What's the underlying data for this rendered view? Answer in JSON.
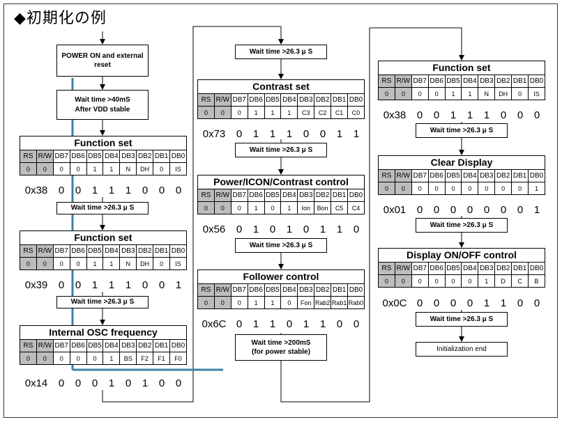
{
  "title": "◆初期化の例",
  "start_box": [
    "POWER ON and external reset"
  ],
  "wait40_box": [
    "Wait time >40mS",
    "After VDD stable"
  ],
  "wait_short": "Wait time >26.3 μ S",
  "wait_short_cut": "Wait time >26.3 μ S",
  "wait200_box": [
    "Wait time >200mS",
    "(for power stable)"
  ],
  "end_box": "Initialization end",
  "headers": [
    "RS",
    "R/W",
    "DB7",
    "DB6",
    "DB5",
    "DB4",
    "DB3",
    "DB2",
    "DB1",
    "DB0"
  ],
  "tables": [
    {
      "id": "function-set-1",
      "title": "Function set",
      "values": [
        "0",
        "0",
        "0",
        "0",
        "1",
        "1",
        "N",
        "DH",
        "0",
        "IS"
      ],
      "hex": "0x38",
      "bits": [
        "0",
        "0",
        "1",
        "1",
        "1",
        "0",
        "0",
        "0"
      ]
    },
    {
      "id": "function-set-2",
      "title": "Function set",
      "values": [
        "0",
        "0",
        "0",
        "0",
        "1",
        "1",
        "N",
        "DH",
        "0",
        "IS"
      ],
      "hex": "0x39",
      "bits": [
        "0",
        "0",
        "1",
        "1",
        "1",
        "0",
        "0",
        "1"
      ]
    },
    {
      "id": "internal-osc",
      "title": "Internal OSC frequency",
      "values": [
        "0",
        "0",
        "0",
        "0",
        "0",
        "1",
        "BS",
        "F2",
        "F1",
        "F0"
      ],
      "hex": "0x14",
      "bits": [
        "0",
        "0",
        "0",
        "1",
        "0",
        "1",
        "0",
        "0"
      ]
    },
    {
      "id": "contrast-set",
      "title": "Contrast set",
      "values": [
        "0",
        "0",
        "0",
        "1",
        "1",
        "1",
        "C3",
        "C2",
        "C1",
        "C0"
      ],
      "hex": "0x73",
      "bits": [
        "0",
        "1",
        "1",
        "1",
        "0",
        "0",
        "1",
        "1"
      ]
    },
    {
      "id": "power-icon-contrast",
      "title": "Power/ICON/Contrast control",
      "values": [
        "0",
        "0",
        "0",
        "1",
        "0",
        "1",
        "Ion",
        "Bon",
        "C5",
        "C4"
      ],
      "hex": "0x56",
      "bits": [
        "0",
        "1",
        "0",
        "1",
        "0",
        "1",
        "1",
        "0"
      ]
    },
    {
      "id": "follower-control",
      "title": "Follower control",
      "values": [
        "0",
        "0",
        "0",
        "1",
        "1",
        "0",
        "Fon",
        "Rab2",
        "Rab1",
        "Rab0"
      ],
      "hex": "0x6C",
      "bits": [
        "0",
        "1",
        "1",
        "0",
        "1",
        "1",
        "0",
        "0"
      ]
    },
    {
      "id": "function-set-3",
      "title": "Function set",
      "values": [
        "0",
        "0",
        "0",
        "0",
        "1",
        "1",
        "N",
        "DH",
        "0",
        "IS"
      ],
      "hex": "0x38",
      "bits": [
        "0",
        "0",
        "1",
        "1",
        "1",
        "0",
        "0",
        "0"
      ]
    },
    {
      "id": "clear-display",
      "title": "Clear Display",
      "values": [
        "0",
        "0",
        "0",
        "0",
        "0",
        "0",
        "0",
        "0",
        "0",
        "1"
      ],
      "hex": "0x01",
      "bits": [
        "0",
        "0",
        "0",
        "0",
        "0",
        "0",
        "0",
        "1"
      ]
    },
    {
      "id": "display-on-off",
      "title": "Display ON/OFF control",
      "values": [
        "0",
        "0",
        "0",
        "0",
        "0",
        "0",
        "1",
        "D",
        "C",
        "B"
      ],
      "hex": "0x0C",
      "bits": [
        "0",
        "0",
        "0",
        "0",
        "1",
        "1",
        "0",
        "0"
      ]
    }
  ],
  "colors": {
    "highlight_line": "#3d7fa8",
    "gray_cell": "#bdbdbd"
  }
}
